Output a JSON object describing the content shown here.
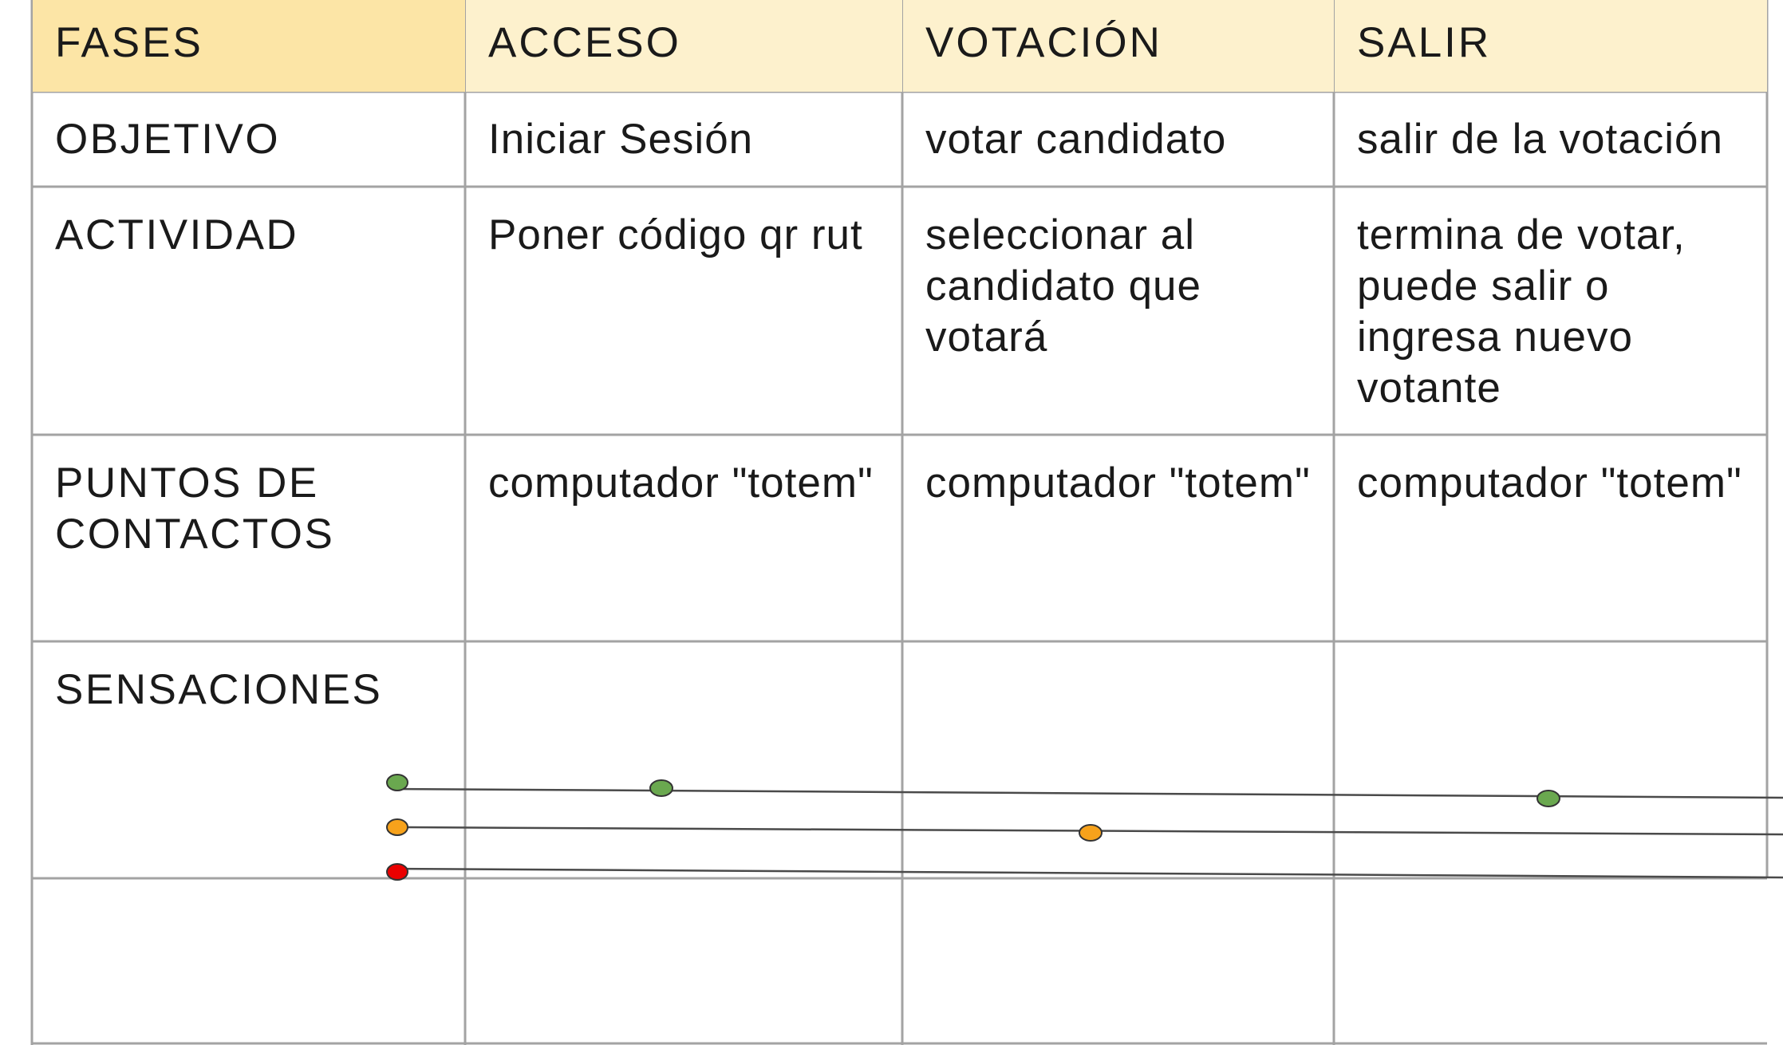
{
  "table": {
    "header": {
      "label": "FASES",
      "phases": [
        "ACCESO",
        "VOTACIÓN",
        "SALIR"
      ]
    },
    "rows": [
      {
        "label": "OBJETIVO",
        "cells": [
          "Iniciar Sesión",
          "votar candidato",
          "salir de la votación"
        ]
      },
      {
        "label": "ACTIVIDAD",
        "cells": [
          "Poner código qr rut",
          "seleccionar al\ncandidato que\nvotará",
          "termina de votar,\npuede salir o\ningresa nuevo\nvotante"
        ]
      },
      {
        "label": "PUNTOS DE\nCONTACTOS",
        "cells": [
          "computador \"totem\"",
          "computador \"totem\"",
          "computador \"totem\""
        ]
      },
      {
        "label": "SENSACIONES",
        "cells": [
          "",
          "",
          ""
        ]
      },
      {
        "label": "",
        "cells": [
          "",
          "",
          ""
        ]
      }
    ]
  },
  "sensations": {
    "levels": [
      {
        "name": "positive",
        "color": "#6aa84f"
      },
      {
        "name": "neutral",
        "color": "#f7a21b"
      },
      {
        "name": "negative",
        "color": "#ea0000"
      }
    ],
    "points": [
      {
        "phase": "ACCESO",
        "level": "positive"
      },
      {
        "phase": "SALIR",
        "level": "positive"
      },
      {
        "phase": "VOTACIÓN",
        "level": "neutral"
      }
    ]
  },
  "colors": {
    "header_first_bg": "#fce5a6",
    "header_bg": "#fdf1cd",
    "grid": "#a3a3a3"
  }
}
